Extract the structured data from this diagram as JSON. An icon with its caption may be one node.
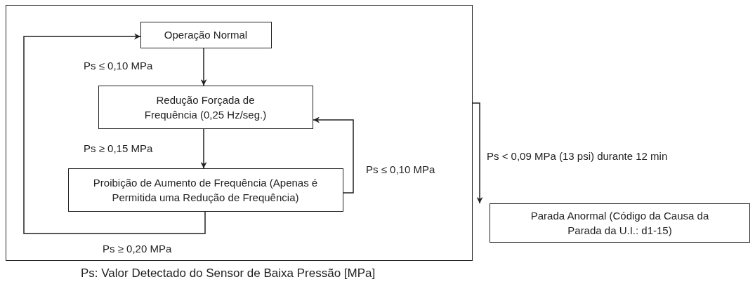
{
  "diagram": {
    "caption": "Ps: Valor Detectado do Sensor de Baixa Pressão [MPa]",
    "nodes": [
      {
        "text": [],
        "shape": "box"
      },
      {
        "text": [
          "Operação Normal"
        ],
        "in": 0
      },
      {
        "text": [
          "Redução Forçada de Frequência (0,25 Hz/seg.)"
        ],
        "in": 0
      },
      {
        "text": [
          "Proibição de Aumento de Frequência  (Apenas é Permitida uma Redução de Frequência)"
        ],
        "in": 0
      },
      {
        "text": [
          "Parada Anormal (Código da Causa da Parada da U.I.: d1-15)"
        ]
      }
    ],
    "edges": [
      {
        "from": 1,
        "to": 2,
        "arrow": "to",
        "label": "Ps ≤ 0,10 MPa"
      },
      {
        "from": 2,
        "to": 3,
        "arrow": "to",
        "label": "Ps ≥ 0,15 MPa"
      },
      {
        "from": 3,
        "to": 2,
        "arrow": "to",
        "label": "Ps ≤ 0,10 MPa"
      },
      {
        "from": 3,
        "to": 1,
        "arrow": "to",
        "label": "Ps ≥ 0,20 MPa"
      },
      {
        "from": 0,
        "to": 4,
        "arrow": "to",
        "label": "Ps < 0,09 MPa (13 psi) durante 12 min"
      }
    ]
  }
}
